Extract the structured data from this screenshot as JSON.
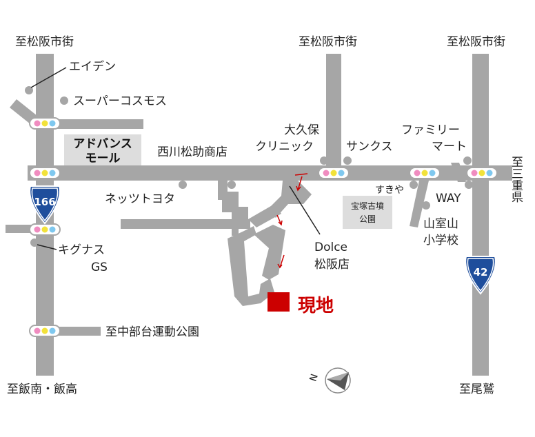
{
  "directions": {
    "top_left": "至松阪市街",
    "top_center": "至松阪市街",
    "top_right": "至松阪市街",
    "bottom_left": "至飯南・飯高",
    "bottom_right": "至尾鷲",
    "right": "至三重県",
    "lower_middle": "至中部台運動公園"
  },
  "places": {
    "aiden": "エイデン",
    "super_cosmos": "スーパーコスモス",
    "advance_mall_1": "アドバンス",
    "advance_mall_2": "モール",
    "nishikawa": "西川松助商店",
    "okubo_1": "大久保",
    "okubo_2": "クリニック",
    "sunkus": "サンクス",
    "familymart_1": "ファミリー",
    "familymart_2": "マート",
    "sukiya": "すきや",
    "way": "WAY",
    "netz_toyota": "ネッツトヨタ",
    "kofun_1": "宝塚古墳",
    "kofun_2": "公園",
    "yamamuro_1": "山室山",
    "yamamuro_2": "小学校",
    "dolce_1": "Dolce",
    "dolce_2": "松阪店",
    "kiguness_1": "キグナス",
    "kiguness_2": "GS",
    "site": "現地"
  },
  "routes": {
    "route_left": "166",
    "route_right": "42"
  },
  "compass": "N",
  "colors": {
    "road": "#a6a6a6",
    "site": "#cc0000",
    "route_sign": "#1f4e9c",
    "signal_pink": "#f08cc0",
    "signal_yellow": "#f2e23a",
    "signal_blue": "#7fc8ef"
  }
}
